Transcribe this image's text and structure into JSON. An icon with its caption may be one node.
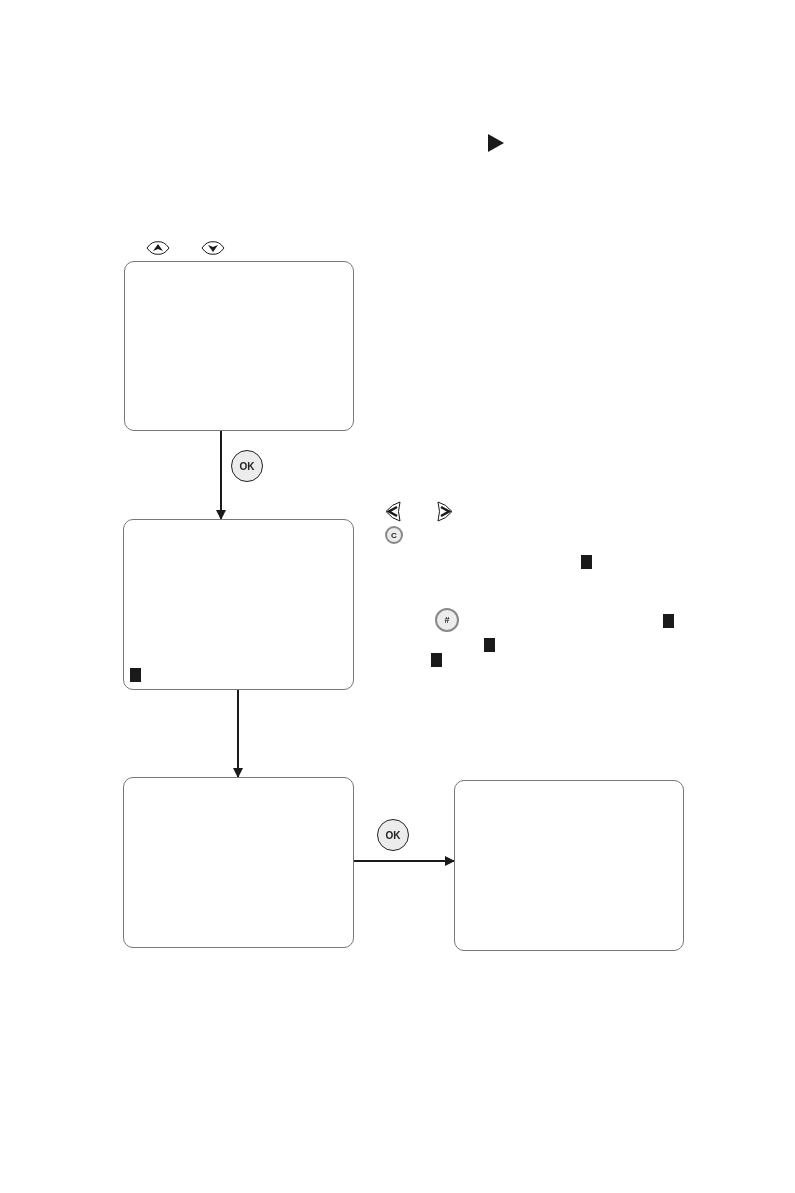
{
  "diagram": {
    "nodes": [
      {
        "text": [],
        "shape": "box"
      },
      {
        "text": [],
        "shape": "box"
      },
      {
        "text": [],
        "shape": "box"
      },
      {
        "text": [],
        "shape": "box"
      }
    ],
    "edges": [
      {
        "from": 0,
        "to": 1,
        "arrow": "to"
      },
      {
        "from": 1,
        "to": 2,
        "arrow": "to"
      },
      {
        "from": 2,
        "to": 3,
        "arrow": "to"
      }
    ],
    "labels": [
      "OK",
      "C",
      "#",
      "OK"
    ]
  }
}
